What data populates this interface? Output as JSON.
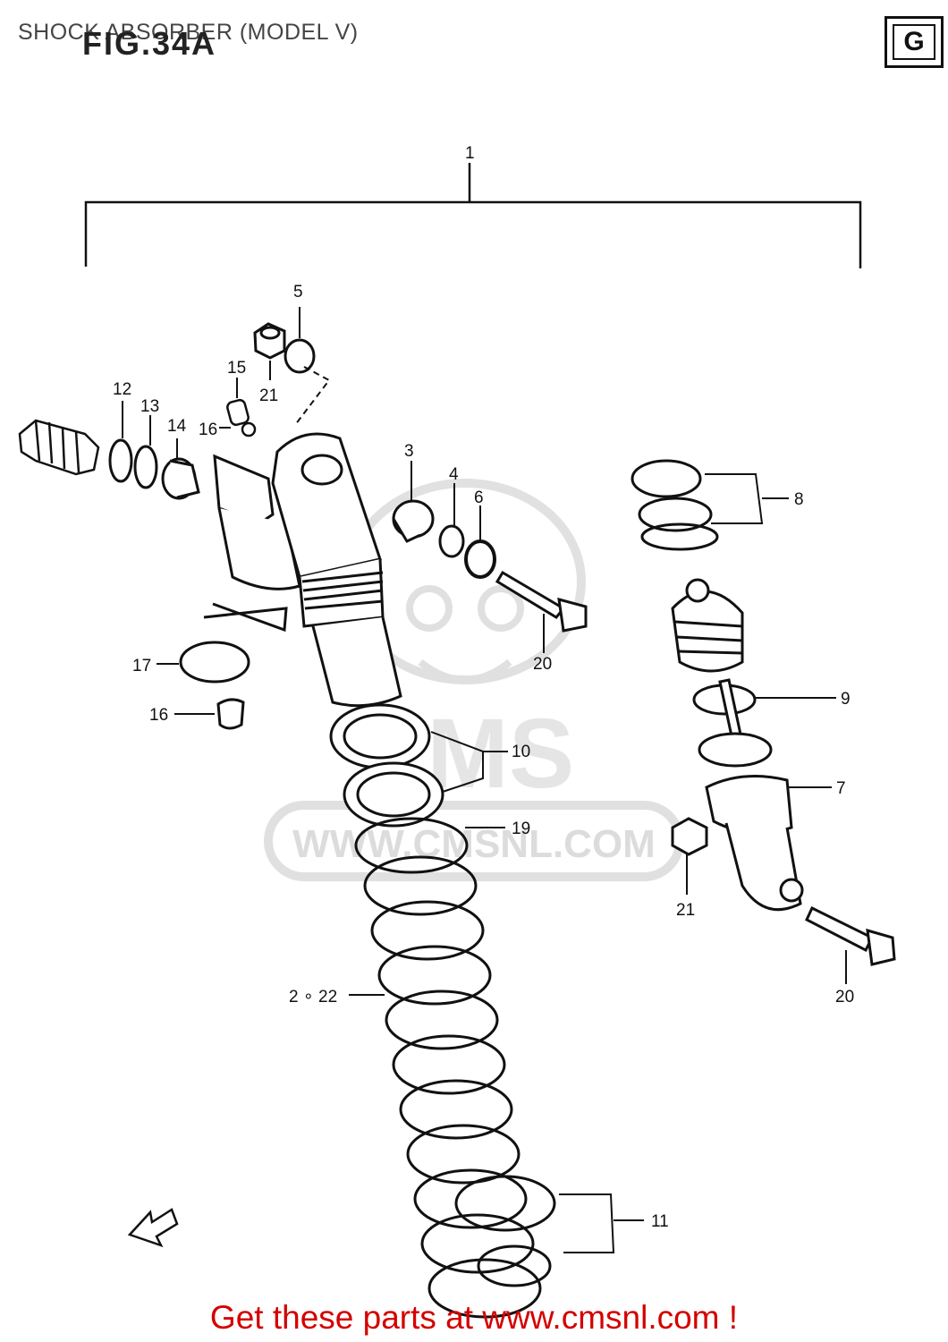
{
  "header": {
    "title": "SHOCK ABSORBER (MODEL V)",
    "figure_label": "FIG.34A",
    "section_badge": "G"
  },
  "watermark": {
    "brand": "CMS",
    "url": "WWW.CMSNL.COM"
  },
  "callouts": {
    "c1": "1",
    "c2_22": "2 ∘ 22",
    "c3": "3",
    "c4": "4",
    "c5": "5",
    "c6": "6",
    "c7": "7",
    "c8": "8",
    "c9": "9",
    "c10": "10",
    "c11": "11",
    "c12": "12",
    "c13": "13",
    "c14": "14",
    "c15": "15",
    "c16a": "16",
    "c16b": "16",
    "c17": "17",
    "c19": "19",
    "c20a": "20",
    "c20b": "20",
    "c21a": "21",
    "c21b": "21"
  },
  "footer": {
    "text": "Get these parts at www.cmsnl.com !"
  },
  "colors": {
    "footer_text": "#d40000",
    "line_art": "#111111",
    "watermark": "#c8c8c8"
  }
}
